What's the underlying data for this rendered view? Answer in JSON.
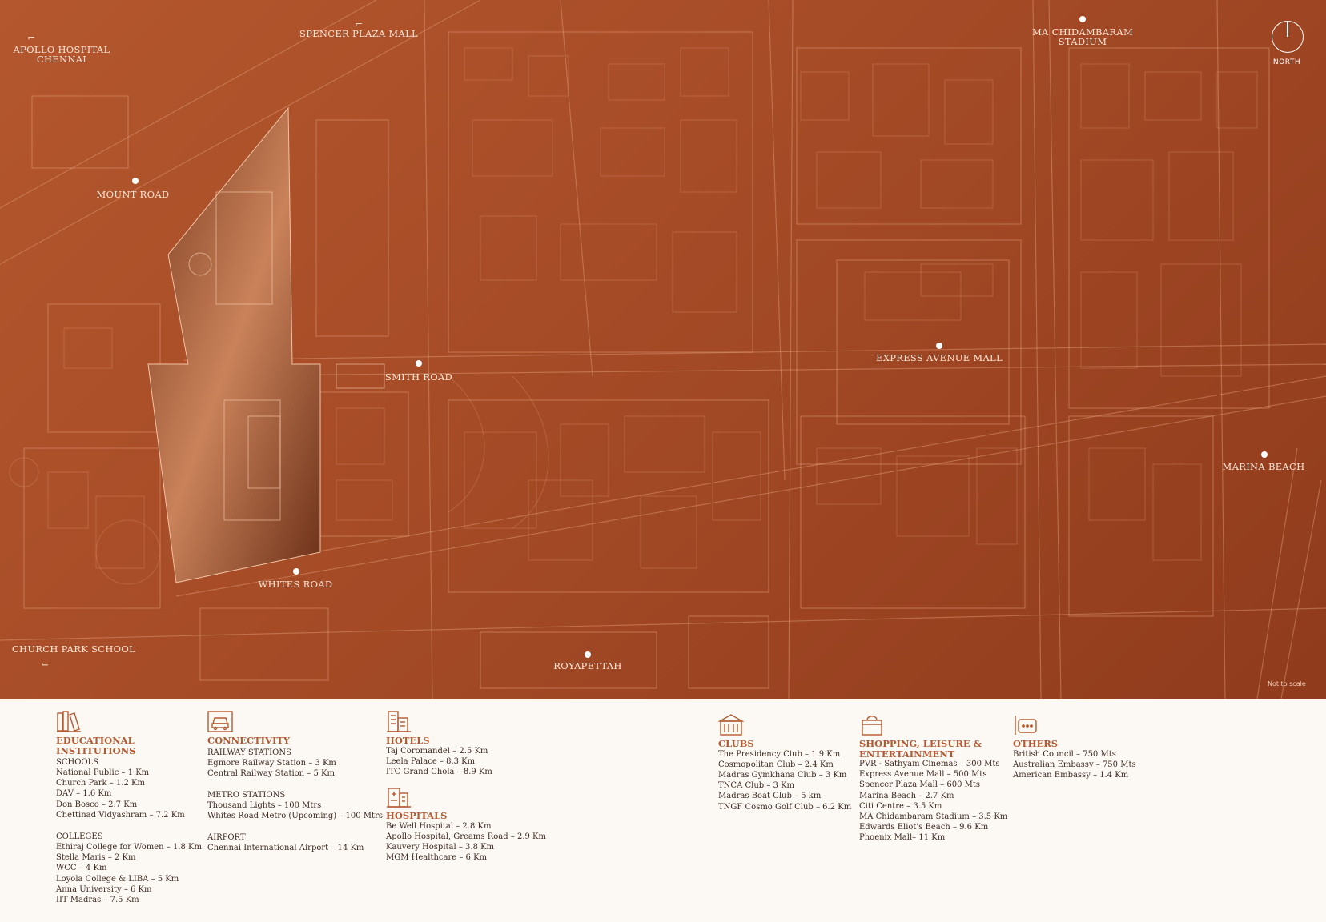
{
  "map": {
    "north_label": "NORTH",
    "scale_note": "Not to scale",
    "colors": {
      "map_base": "#a54b26",
      "line": "#e3a07a",
      "accent": "#b35a32",
      "legend_bg": "#fcf8f3"
    },
    "landmarks": {
      "apollo_line1": "APOLLO HOSPITAL",
      "apollo_line2": "CHENNAI",
      "spencer": "SPENCER PLAZA MALL",
      "chidambaram_line1": "MA CHIDAMBARAM",
      "chidambaram_line2": "STADIUM",
      "mount_road": "MOUNT ROAD",
      "smith_road": "SMITH ROAD",
      "express_avenue": "EXPRESS AVENUE MALL",
      "marina_beach": "MARINA BEACH",
      "whites_road": "WHITES ROAD",
      "church_park": "CHURCH PARK SCHOOL",
      "royapettah": "ROYAPETTAH"
    }
  },
  "legend": {
    "education": {
      "icon": "books-icon",
      "title_line1": "EDUCATIONAL",
      "title_line2": "INSTITUTIONS",
      "schools_label": "SCHOOLS",
      "schools": [
        "National Public – 1 Km",
        "Church Park – 1.2 Km",
        "DAV – 1.6 Km",
        "Don Bosco – 2.7 Km",
        "Chettinad Vidyashram – 7.2 Km"
      ],
      "colleges_label": "COLLEGES",
      "colleges": [
        "Ethiraj College for Women – 1.8 Km",
        "Stella Maris – 2 Km",
        "WCC – 4 Km",
        "Loyola College & LIBA – 5 Km",
        "Anna University – 6 Km",
        "IIT Madras – 7.5 Km"
      ]
    },
    "connectivity": {
      "icon": "car-icon",
      "title": "CONNECTIVITY",
      "railway_label": "RAILWAY STATIONS",
      "railway": [
        "Egmore Railway Station – 3 Km",
        "Central Railway Station – 5 Km"
      ],
      "metro_label": "METRO STATIONS",
      "metro": [
        "Thousand Lights – 100 Mtrs",
        "Whites Road Metro (Upcoming) – 100 Mtrs"
      ],
      "airport_label": "AIRPORT",
      "airport": [
        "Chennai International Airport – 14 Km"
      ]
    },
    "hotels": {
      "icon": "hotel-building-icon",
      "title": "HOTELS",
      "items": [
        "Taj Coromandel – 2.5 Km",
        "Leela Palace – 8.3 Km",
        "ITC Grand Chola – 8.9 Km"
      ]
    },
    "hospitals": {
      "icon": "hospital-icon",
      "title": "HOSPITALS",
      "items": [
        "Be Well Hospital – 2.8 Km",
        "Apollo Hospital, Greams Road – 2.9 Km",
        "Kauvery Hospital – 3.8 Km",
        "MGM Healthcare – 6 Km"
      ]
    },
    "clubs": {
      "icon": "clubhouse-icon",
      "title": "CLUBS",
      "items": [
        "The Presidency Club – 1.9 Km",
        "Cosmopolitan Club – 2.4 Km",
        "Madras Gymkhana Club – 3 Km",
        "TNCA Club – 3 Km",
        "Madras Boat Club – 5 km",
        "TNGF Cosmo Golf Club – 6.2 Km"
      ]
    },
    "shopping": {
      "icon": "shopping-bag-icon",
      "title_line1": "SHOPPING, LEISURE &",
      "title_line2": "ENTERTAINMENT",
      "items": [
        "PVR - Sathyam Cinemas – 300 Mts",
        "Express Avenue Mall – 500 Mts",
        "Spencer Plaza Mall – 600 Mts",
        "Marina Beach – 2.7 Km",
        "Citi Centre – 3.5 Km",
        "MA Chidambaram Stadium – 3.5 Km",
        "Edwards Eliot's Beach – 9.6 Km",
        "Phoenix Mall– 11 Km"
      ]
    },
    "others": {
      "icon": "chat-bubble-icon",
      "title": "OTHERS",
      "items": [
        "British Council – 750 Mts",
        "Australian Embassy – 750 Mts",
        "American Embassy – 1.4 Km"
      ]
    }
  }
}
